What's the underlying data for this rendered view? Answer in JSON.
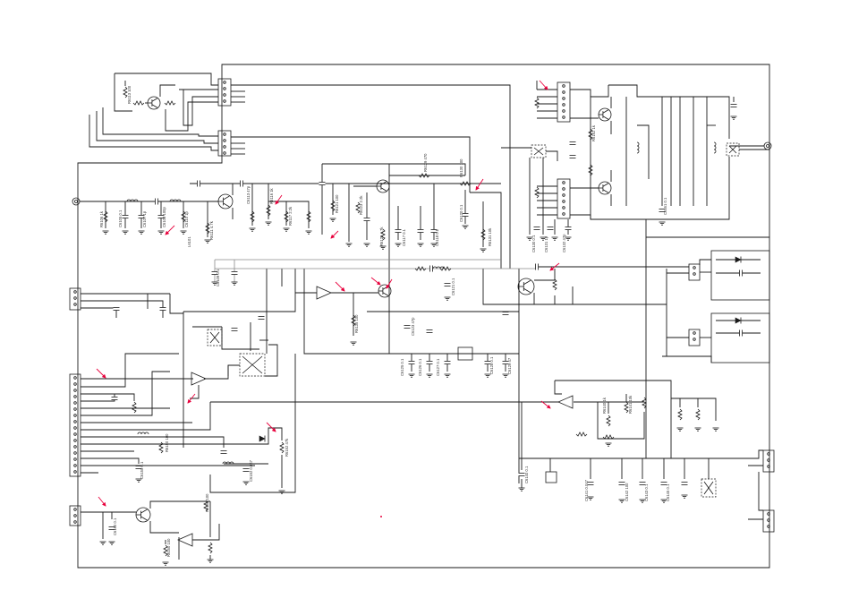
{
  "colors": {
    "line": "#1a1a1a",
    "secondary_line": "#8a8a8a",
    "accent_arrow": "#e8003c",
    "background": "#ffffff"
  },
  "diagram": {
    "labels": [
      "R6113 100",
      "R6106 1k",
      "C6105 0.1",
      "C6107 1p",
      "C6108 100p",
      "C6110 1p",
      "L6101",
      "R6111 4.7k",
      "C6113 47p",
      "R6116 1k",
      "R6117 2.2k",
      "C6109 0.1",
      "R6121 100",
      "R6123 2.2k",
      "R6125 4.7k",
      "C6117 0.1",
      "C6118 0.1",
      "R6129 470",
      "R6130 100",
      "C6120 0.1",
      "R6131 10k",
      "C6121 0.1",
      "R6135 100",
      "C6123 47p",
      "C6125 0.1",
      "C6126 0.1",
      "C6127 0.1",
      "C6128 0.1",
      "C6129 47",
      "C6130 0.1",
      "C6131 1p",
      "C6132 47p",
      "R6140 1k",
      "R6141 10k",
      "C6140 0.1",
      "C6141 0.047",
      "C6142 100",
      "C6143 0.1",
      "C6145 0.1",
      "R6150 100",
      "C6150 0.1",
      "R6152 47k",
      "C6152 0.047",
      "R6155 100",
      "C6160 0.1",
      "R6160 100",
      "C6161 0.1",
      "R6162 1k"
    ]
  }
}
